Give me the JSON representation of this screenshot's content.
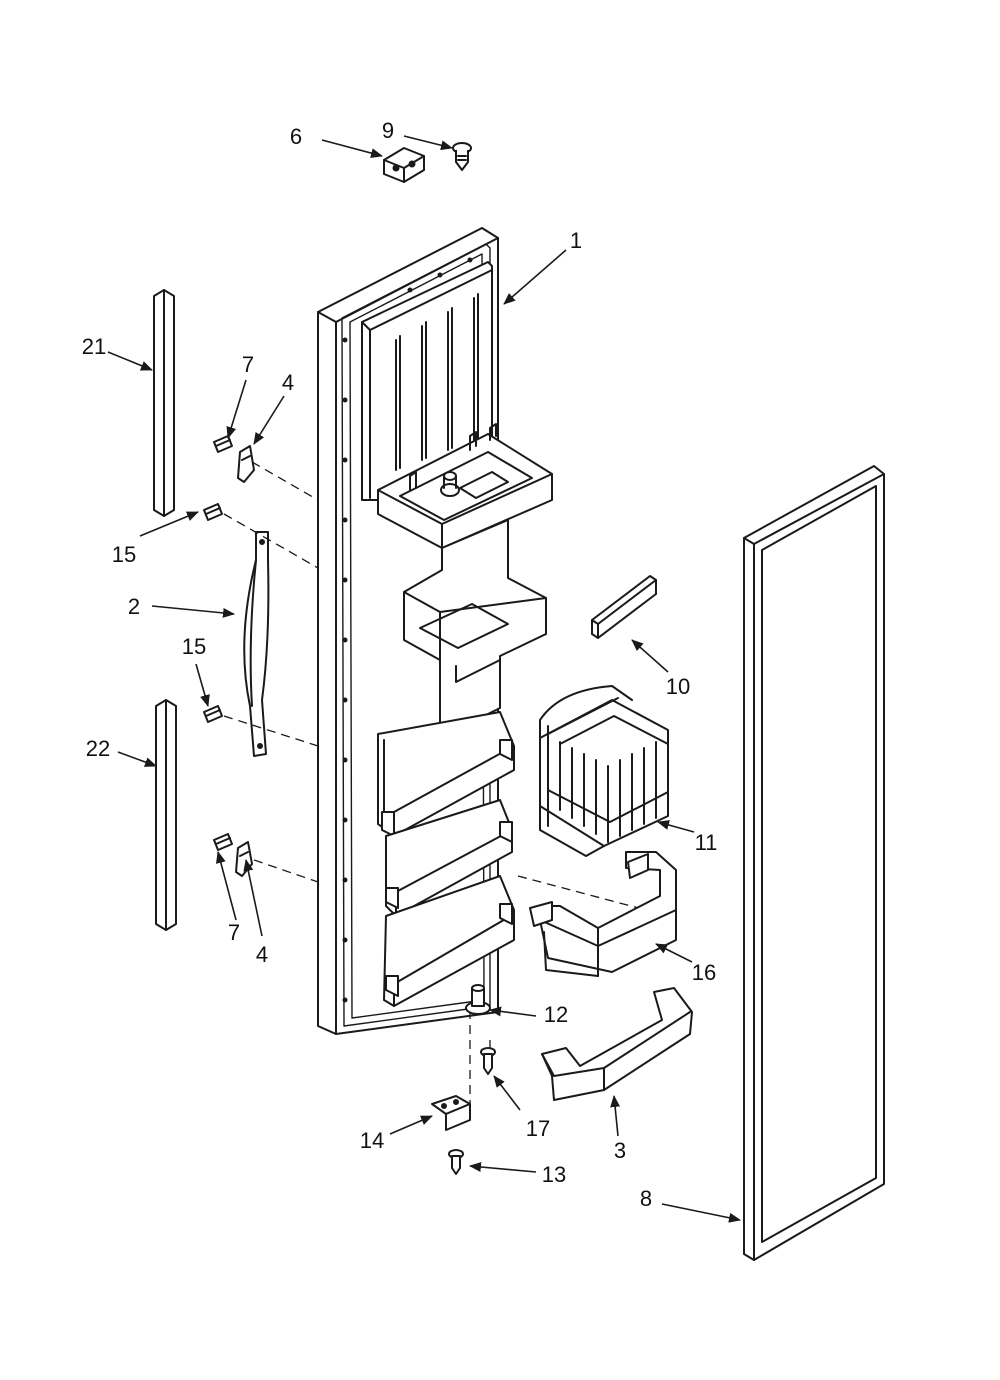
{
  "diagram": {
    "callouts": [
      {
        "id": "door-panel",
        "label": "1"
      },
      {
        "id": "handle",
        "label": "2"
      },
      {
        "id": "bin-lower",
        "label": "3"
      },
      {
        "id": "clip-upper",
        "label": "4"
      },
      {
        "id": "clip-lower",
        "label": "4"
      },
      {
        "id": "hinge-block",
        "label": "6"
      },
      {
        "id": "screw-upper",
        "label": "7"
      },
      {
        "id": "screw-lower",
        "label": "7"
      },
      {
        "id": "door-gasket",
        "label": "8"
      },
      {
        "id": "hinge-pin-top",
        "label": "9"
      },
      {
        "id": "shelf-rail",
        "label": "10"
      },
      {
        "id": "wire-basket",
        "label": "11"
      },
      {
        "id": "hinge-pin-bottom",
        "label": "12"
      },
      {
        "id": "screw-hinge",
        "label": "13"
      },
      {
        "id": "hinge-bracket",
        "label": "14"
      },
      {
        "id": "handle-screw-upper",
        "label": "15"
      },
      {
        "id": "handle-screw-lower",
        "label": "15"
      },
      {
        "id": "bin-ice",
        "label": "16"
      },
      {
        "id": "screw-pin",
        "label": "17"
      },
      {
        "id": "trim-upper",
        "label": "21"
      },
      {
        "id": "trim-lower",
        "label": "22"
      }
    ]
  }
}
